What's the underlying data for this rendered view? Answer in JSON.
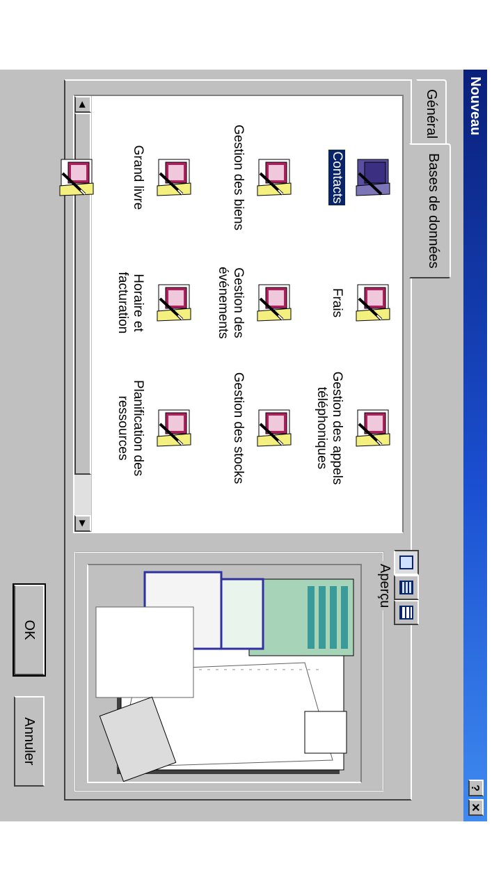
{
  "dialog": {
    "title": "Nouveau",
    "help_label": "?",
    "close_label": "✕"
  },
  "tabs": [
    {
      "label": "Général",
      "active": false
    },
    {
      "label": "Bases de données",
      "active": true
    }
  ],
  "templates": [
    {
      "label": "Contacts",
      "selected": true
    },
    {
      "label": "Frais",
      "selected": false
    },
    {
      "label": "Gestion des appels téléphoniques",
      "selected": false
    },
    {
      "label": "Gestion des biens",
      "selected": false
    },
    {
      "label": "Gestion des événements",
      "selected": false
    },
    {
      "label": "Gestion des stocks",
      "selected": false
    },
    {
      "label": "Grand livre",
      "selected": false
    },
    {
      "label": "Horaire et facturation",
      "selected": false
    },
    {
      "label": "Planification des ressources",
      "selected": false
    },
    {
      "label": "",
      "selected": false
    }
  ],
  "preview": {
    "label": "Aperçu"
  },
  "buttons": {
    "ok_label": "OK",
    "cancel_label": "Annuler"
  },
  "colors": {
    "accent": "#0a246a",
    "titlebar_start": "#0a1f7a",
    "titlebar_end": "#3f8bf0",
    "face": "#c0c0c0"
  },
  "icons": {
    "template": "access-database-wizard-icon",
    "view_large": "large-icons-view-icon",
    "view_list": "list-view-icon",
    "view_details": "details-view-icon"
  }
}
